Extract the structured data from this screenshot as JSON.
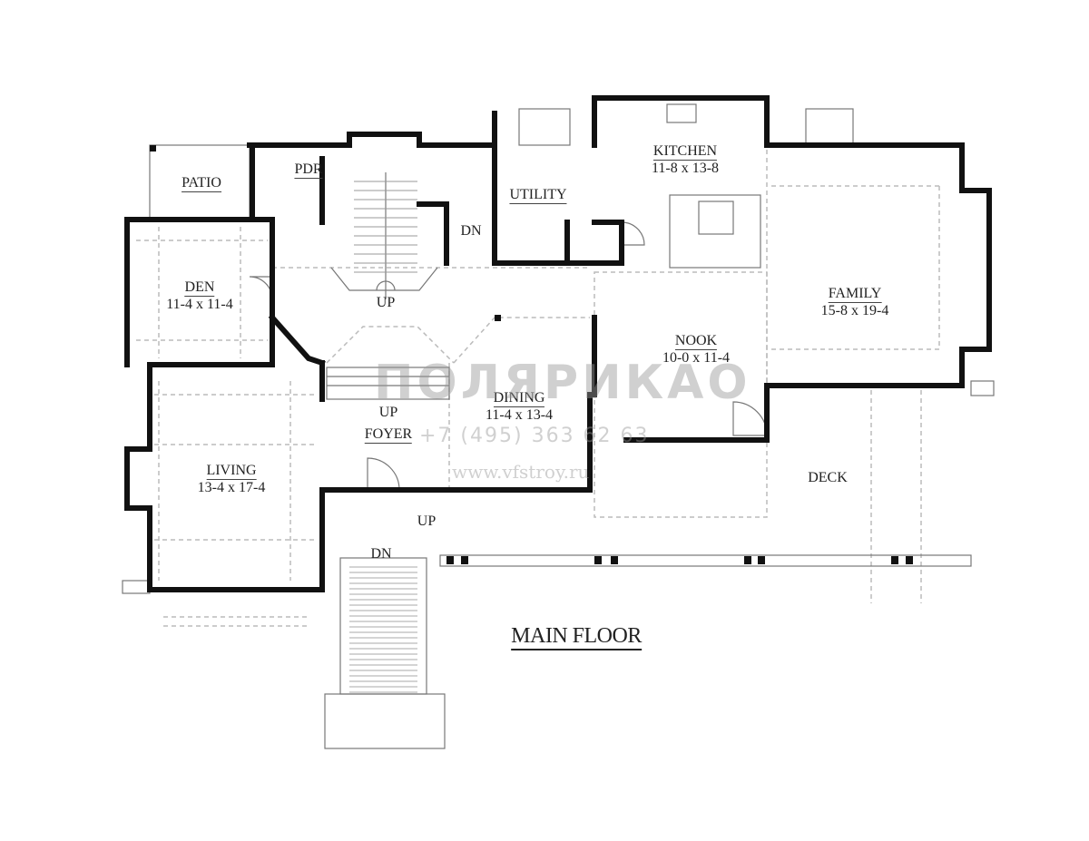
{
  "title": "MAIN FLOOR",
  "rooms": [
    {
      "name": "PATIO",
      "dims": ""
    },
    {
      "name": "PDR",
      "dims": ""
    },
    {
      "name": "UTILITY",
      "dims": ""
    },
    {
      "name": "KITCHEN",
      "dims": "11-8 x 13-8"
    },
    {
      "name": "DEN",
      "dims": "11-4 x 11-4"
    },
    {
      "name": "FAMILY",
      "dims": "15-8 x 19-4"
    },
    {
      "name": "NOOK",
      "dims": "10-0 x 11-4"
    },
    {
      "name": "DINING",
      "dims": "11-4 x 13-4"
    },
    {
      "name": "FOYER",
      "dims": ""
    },
    {
      "name": "LIVING",
      "dims": "13-4 x 17-4"
    },
    {
      "name": "DECK",
      "dims": ""
    }
  ],
  "stair_labels": {
    "up_main": "UP",
    "dn_basement": "DN",
    "up_foyer": "UP",
    "up_porch": "UP",
    "dn_front": "DN"
  },
  "watermark": {
    "logo": "ПОЛЯРИКАО",
    "phone": "+7 (495) 363 62 63",
    "url": "www.vfstroy.ru"
  }
}
